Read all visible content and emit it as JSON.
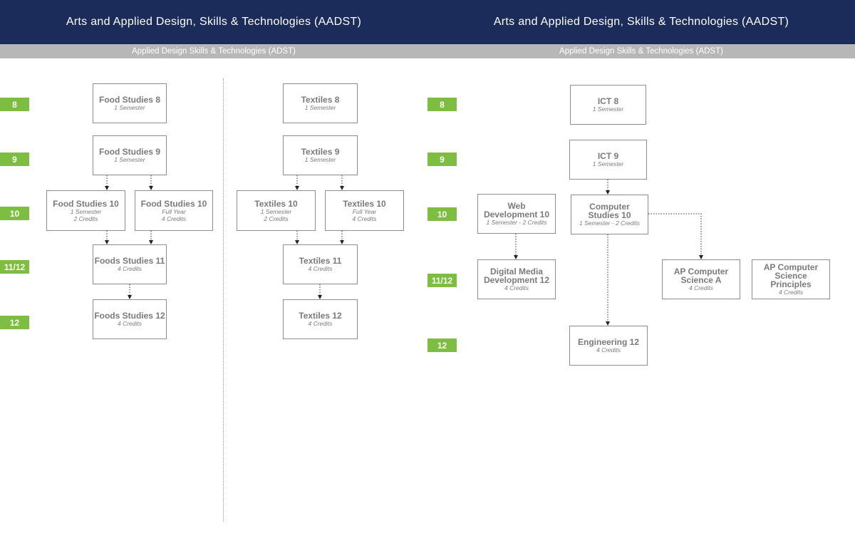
{
  "pages": [
    {
      "header": "Arts and Applied Design, Skills & Technologies (AADST)",
      "subheader": "Applied Design Skills & Technologies (ADST)",
      "grades": [
        "8",
        "9",
        "10",
        "11/12",
        "12"
      ],
      "courses": {
        "food8": {
          "name": "Food Studies 8",
          "details": [
            "1 Semester"
          ]
        },
        "food9": {
          "name": "Food Studies 9",
          "details": [
            "1 Semester"
          ]
        },
        "food10a": {
          "name": "Food Studies 10",
          "details": [
            "1 Semester",
            "2 Credits"
          ]
        },
        "food10b": {
          "name": "Food Studies 10",
          "details": [
            "Full Year",
            "4 Credits"
          ]
        },
        "food11": {
          "name": "Foods Studies 11",
          "details": [
            "4 Credits"
          ]
        },
        "food12": {
          "name": "Foods Studies 12",
          "details": [
            "4 Credits"
          ]
        },
        "tex8": {
          "name": "Textiles 8",
          "details": [
            "1 Semester"
          ]
        },
        "tex9": {
          "name": "Textiles 9",
          "details": [
            "1 Semester"
          ]
        },
        "tex10a": {
          "name": "Textiles 10",
          "details": [
            "1 Semester",
            "2 Credits"
          ]
        },
        "tex10b": {
          "name": "Textiles 10",
          "details": [
            "Full Year",
            "4 Credits"
          ]
        },
        "tex11": {
          "name": "Textiles 11",
          "details": [
            "4 Credits"
          ]
        },
        "tex12": {
          "name": "Textiles 12",
          "details": [
            "4 Credits"
          ]
        }
      }
    },
    {
      "header": "Arts and Applied Design, Skills & Technologies (AADST)",
      "subheader": "Applied Design Skills & Technologies (ADST)",
      "grades": [
        "8",
        "9",
        "10",
        "11/12",
        "12"
      ],
      "courses": {
        "ict8": {
          "name": "ICT 8",
          "details": [
            "1 Semester"
          ]
        },
        "ict9": {
          "name": "ICT 9",
          "details": [
            "1 Semester"
          ]
        },
        "web10": {
          "name": "Web Development 10",
          "details": [
            "1 Semester - 2 Credits"
          ]
        },
        "cs10": {
          "name": "Computer Studies 10",
          "details": [
            "1 Semester - 2 Credits"
          ]
        },
        "dmd12": {
          "name": "Digital Media Development 12",
          "details": [
            "4 Credits"
          ]
        },
        "apcsa": {
          "name": "AP Computer Science A",
          "details": [
            "4 Credits"
          ]
        },
        "apcsp": {
          "name": "AP Computer Science Principles",
          "details": [
            "4 Credits"
          ]
        },
        "eng12": {
          "name": "Engineering 12",
          "details": [
            "4 Credits"
          ]
        }
      }
    }
  ]
}
